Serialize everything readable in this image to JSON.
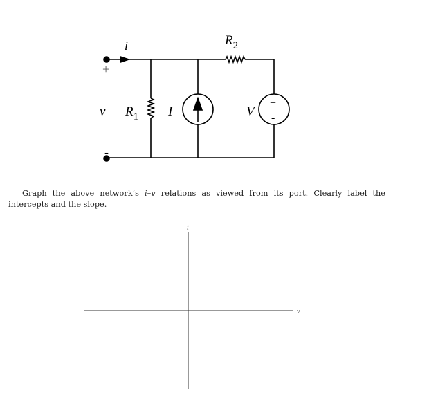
{
  "circuit": {
    "current_label": "i",
    "plus_terminal": "+",
    "minus_terminal": "-",
    "voltage_label": "v",
    "r1": {
      "name": "R",
      "sub": "1"
    },
    "r2": {
      "name": "R",
      "sub": "2"
    },
    "current_source_label": "I",
    "voltage_source_label": "V",
    "source_plus": "+",
    "source_minus": "-"
  },
  "question": {
    "prefix": "Graph the above network’s ",
    "math": "i–v",
    "suffix": " relations as viewed from its port. Clearly label the intercepts and the slope."
  },
  "axes": {
    "y_label": "i",
    "x_label": "v"
  }
}
